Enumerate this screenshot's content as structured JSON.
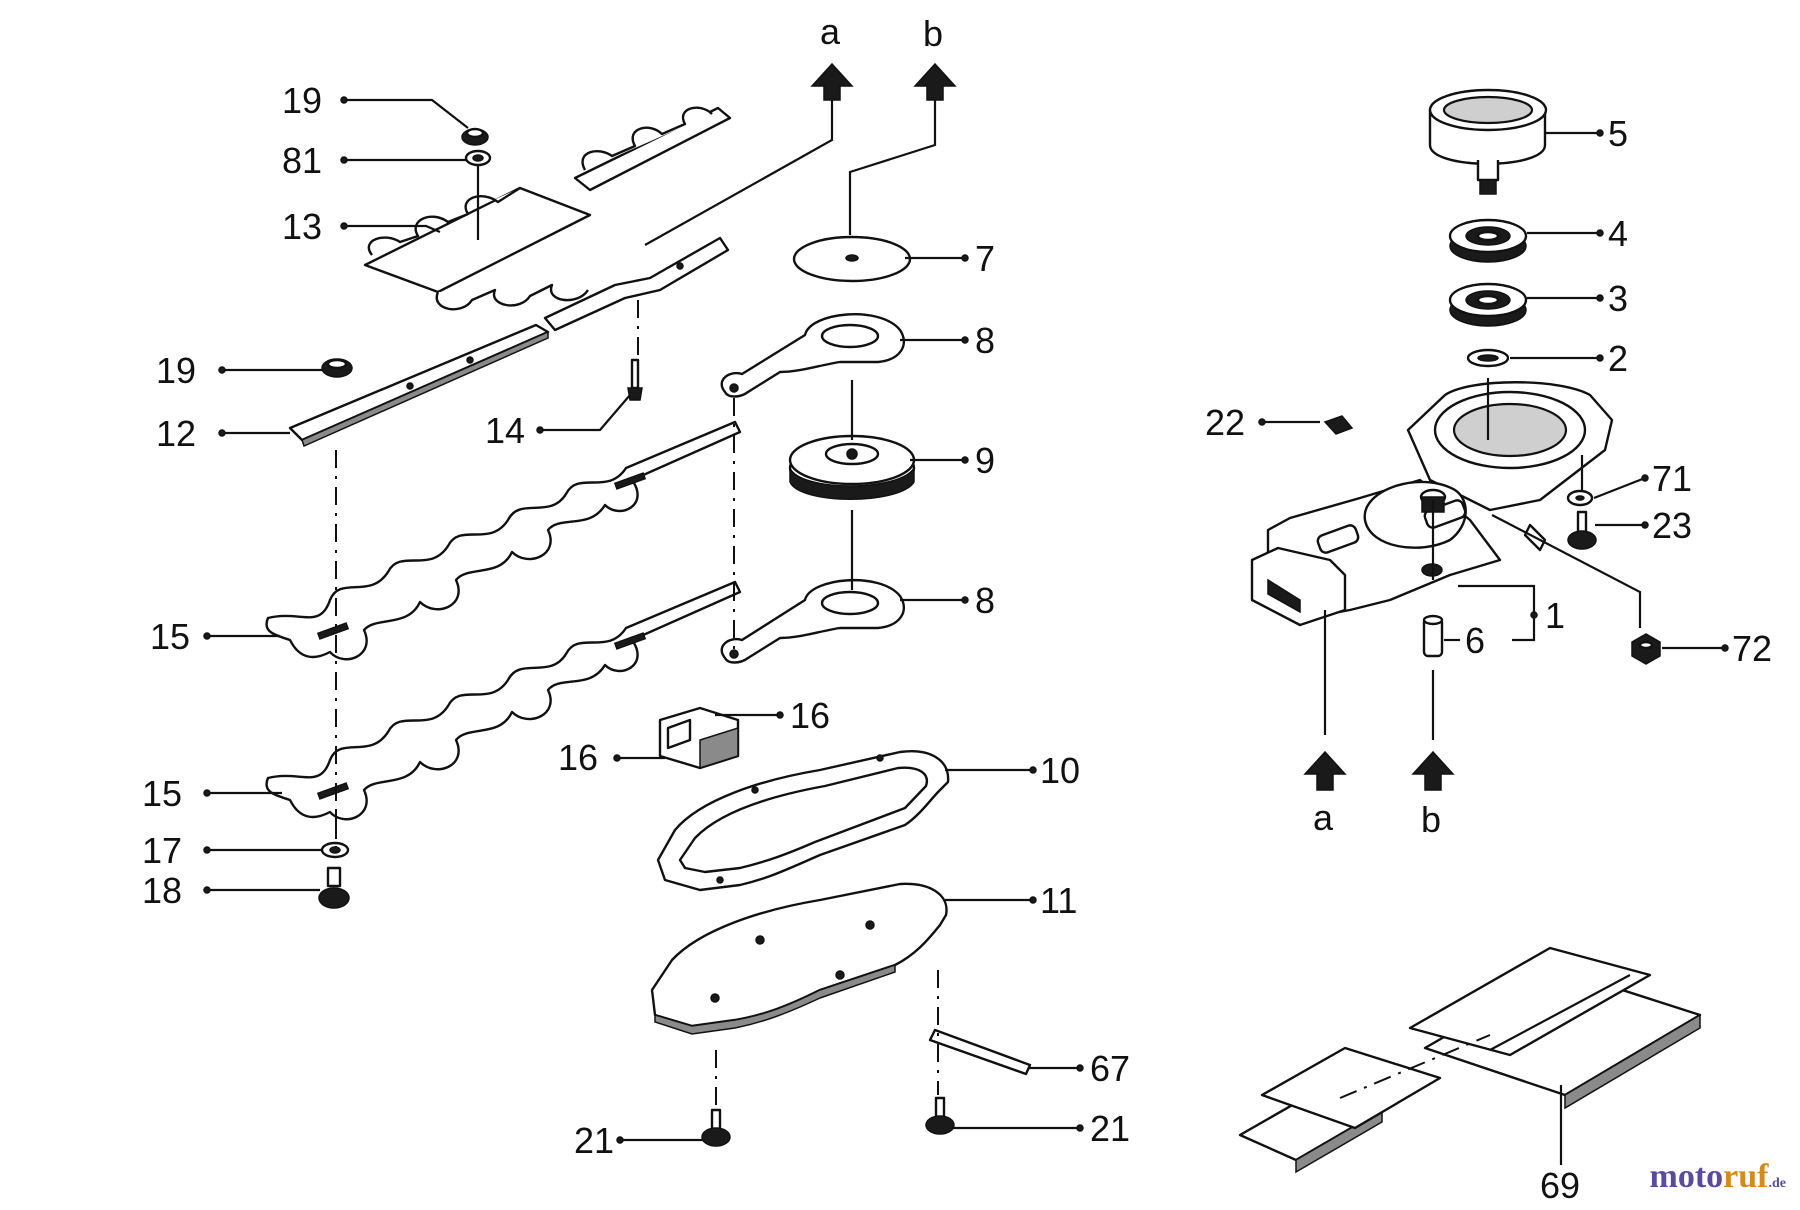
{
  "callouts": {
    "p1": "1",
    "p2": "2",
    "p3": "3",
    "p4": "4",
    "p5": "5",
    "p6": "6",
    "p7": "7",
    "p8a": "8",
    "p8b": "8",
    "p9": "9",
    "p10": "10",
    "p11": "11",
    "p12": "12",
    "p13": "13",
    "p14": "14",
    "p15a": "15",
    "p15b": "15",
    "p16a": "16",
    "p16b": "16",
    "p17": "17",
    "p18": "18",
    "p19a": "19",
    "p19b": "19",
    "p21a": "21",
    "p21b": "21",
    "p22": "22",
    "p23": "23",
    "p67": "67",
    "p69": "69",
    "p71": "71",
    "p72": "72",
    "p81": "81"
  },
  "connectors": {
    "a_top": "a",
    "b_top": "b",
    "a_bottom": "a",
    "b_bottom": "b"
  },
  "watermark": {
    "brand_a": "moto",
    "brand_b": "ruf",
    "suffix": ".de"
  }
}
